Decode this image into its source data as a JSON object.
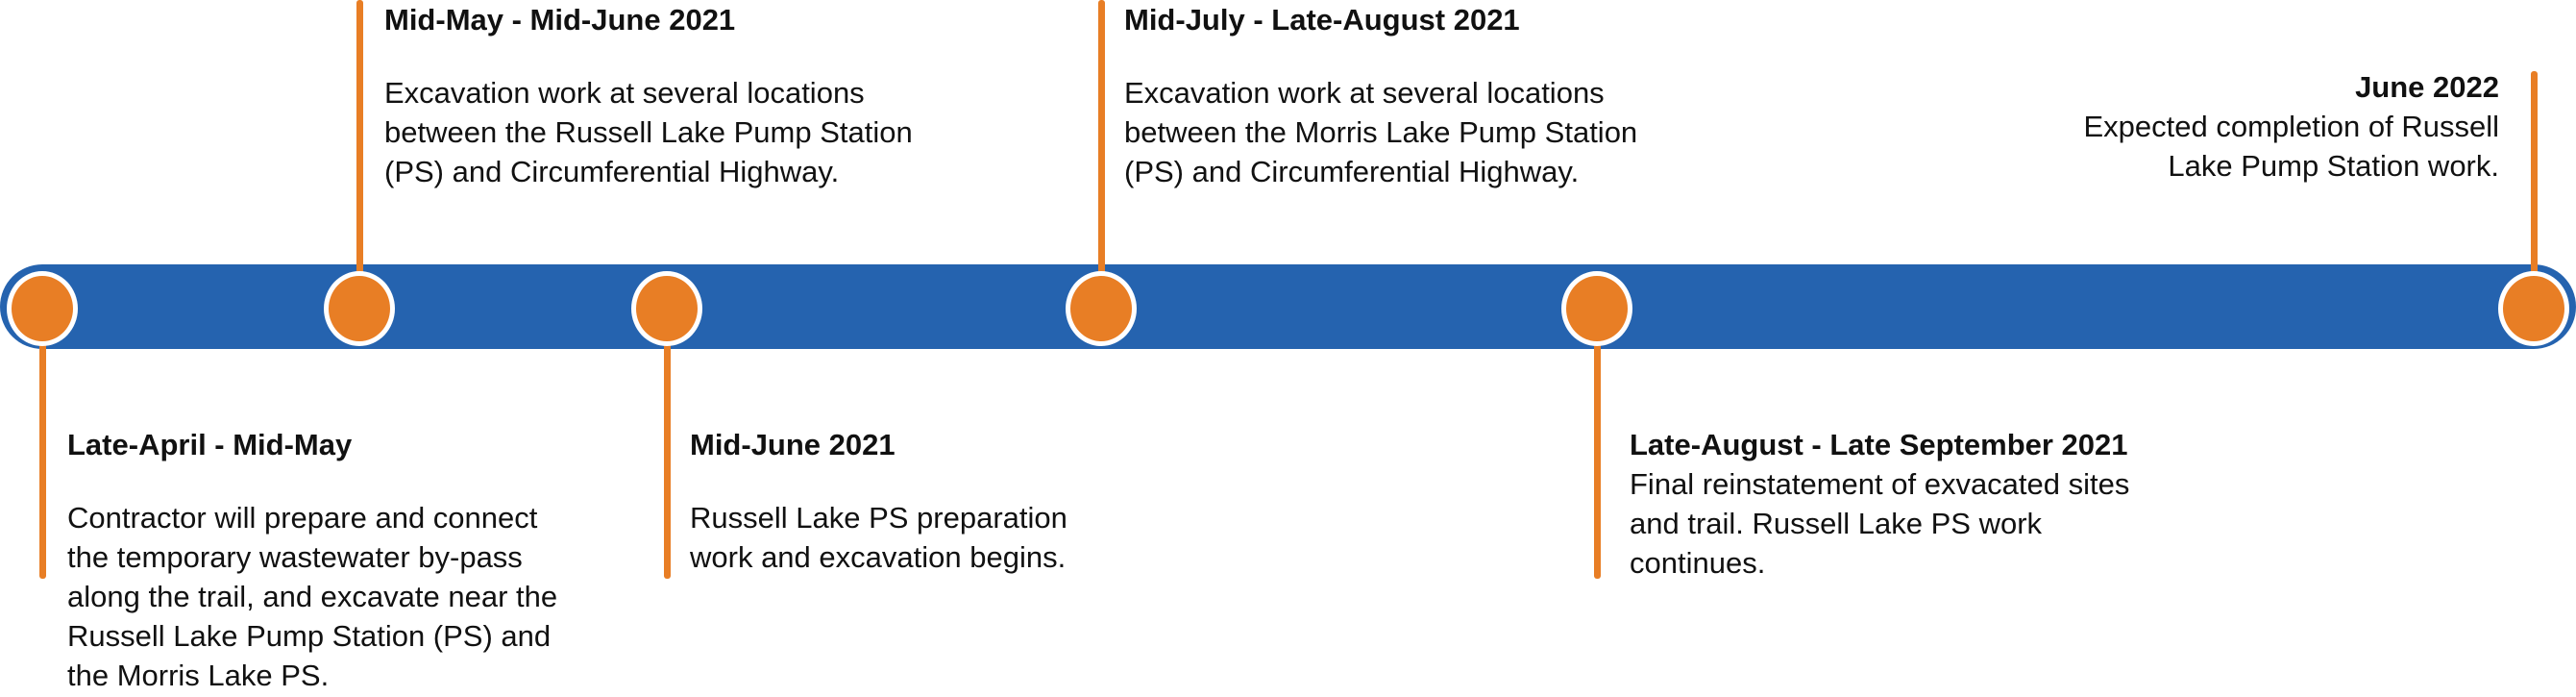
{
  "colors": {
    "bar": "#2563AF",
    "marker": "#E87E25"
  },
  "events": [
    {
      "title": "Late-April - Mid-May",
      "lines": [
        "Contractor will prepare and connect",
        "the temporary wastewater by-pass",
        "along the trail, and excavate near the",
        "Russell Lake Pump Station (PS) and",
        "the Morris Lake PS."
      ]
    },
    {
      "title": "Mid-May -  Mid-June 2021",
      "lines": [
        "Excavation work at several locations",
        "between the Russell Lake Pump Station",
        "(PS) and Circumferential Highway."
      ]
    },
    {
      "title": "Mid-June 2021",
      "lines": [
        "Russell Lake PS preparation",
        "work and excavation begins."
      ]
    },
    {
      "title": "Mid-July - Late-August 2021",
      "lines": [
        "Excavation work at several locations",
        "between the Morris Lake Pump Station",
        "(PS) and Circumferential Highway."
      ]
    },
    {
      "title": "Late-August - Late September 2021",
      "lines": [
        "Final reinstatement of exvacated sites",
        "and trail. Russell Lake PS work",
        "continues."
      ]
    },
    {
      "title": "June 2022",
      "lines": [
        "Expected completion of Russell",
        "Lake Pump Station work."
      ]
    }
  ]
}
